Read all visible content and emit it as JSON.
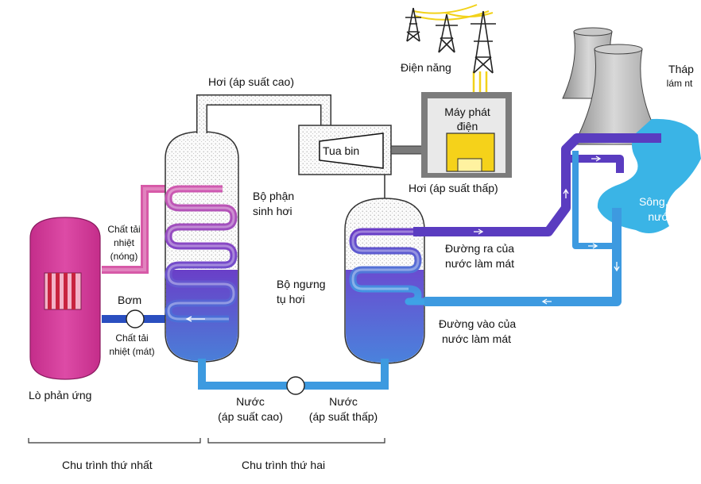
{
  "labels": {
    "steam_high": "Hơi (áp suất cao)",
    "steam_low": "Hơi (áp suất thấp)",
    "turbine": "Tua bin",
    "generator_l1": "Máy phát",
    "generator_l2": "điện",
    "electricity": "Điện năng",
    "tower_l1": "Tháp",
    "tower_l2": "lám nt",
    "river_l1": "Sông, hồ",
    "river_l2": "nước",
    "sg_l1": "Bộ phận",
    "sg_l2": "sinh hơi",
    "hot_l1": "Chất tải",
    "hot_l2": "nhiệt",
    "hot_l3": "(nóng)",
    "pump": "Bơm",
    "cold_l1": "Chất tải",
    "cold_l2": "nhiệt (mát)",
    "reactor": "Lò phản ứng",
    "cond_l1": "Bộ ngưng",
    "cond_l2": "tụ hơi",
    "out_l1": "Đường ra của",
    "out_l2": "nước làm mát",
    "in_l1": "Đường vào của",
    "in_l2": "nước làm mát",
    "wh_l1": "Nước",
    "wh_l2": "(áp suất cao)",
    "wl_l1": "Nước",
    "wl_l2": "(áp suất thấp)",
    "cycle1": "Chu trình thứ nhất",
    "cycle2": "Chu trình thứ hai"
  },
  "colors": {
    "reactor": "#d63d9b",
    "hot_loop": "#d75aa8",
    "coil_purple": "#7a42c6",
    "water_blue": "#4a86d8",
    "cooling_out": "#5a3cc0",
    "cooling_in": "#3d9ae0",
    "river": "#3ab4e6",
    "generator_box": "#f5d21a",
    "tower": "#b8b8b8",
    "wire": "#f2d21a"
  },
  "icons": [
    "pylon-icon",
    "pump-icon",
    "fuel-rods-icon",
    "cooling-tower-icon"
  ]
}
